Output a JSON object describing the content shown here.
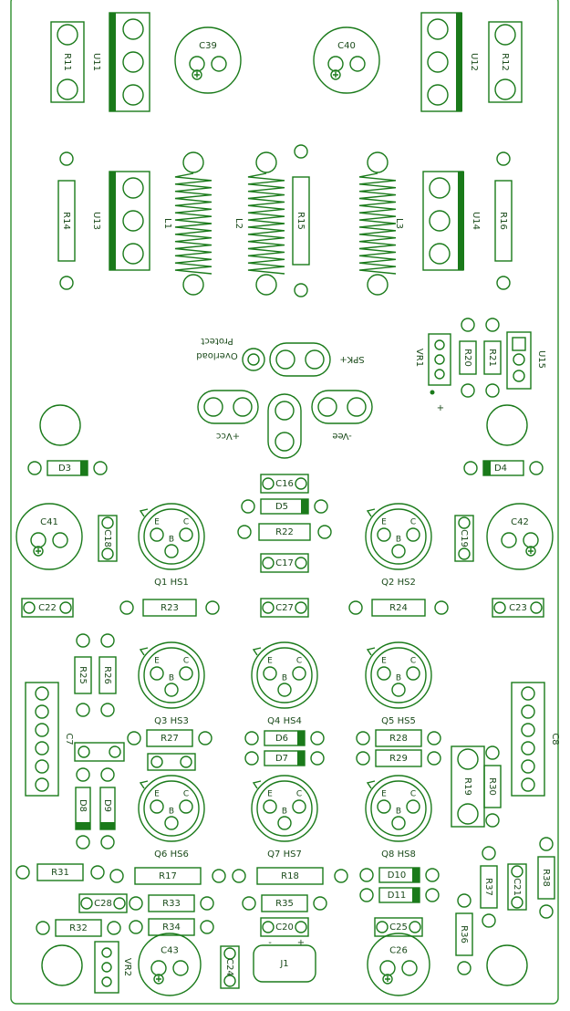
{
  "board": {
    "resistors": [
      {
        "id": "r11",
        "label": "R11"
      },
      {
        "id": "r12",
        "label": "R12"
      },
      {
        "id": "r14",
        "label": "R14"
      },
      {
        "id": "r15",
        "label": "R15"
      },
      {
        "id": "r16",
        "label": "R16"
      },
      {
        "id": "r20",
        "label": "R20"
      },
      {
        "id": "r21",
        "label": "R21"
      },
      {
        "id": "r22",
        "label": "R22"
      },
      {
        "id": "r23",
        "label": "R23"
      },
      {
        "id": "r24",
        "label": "R24"
      },
      {
        "id": "r25",
        "label": "R25"
      },
      {
        "id": "r26",
        "label": "R26"
      },
      {
        "id": "r27",
        "label": "R27"
      },
      {
        "id": "r28",
        "label": "R28"
      },
      {
        "id": "r29",
        "label": "R29"
      },
      {
        "id": "r19",
        "label": "R19"
      },
      {
        "id": "r30",
        "label": "R30"
      },
      {
        "id": "r31",
        "label": "R31"
      },
      {
        "id": "r17",
        "label": "R17"
      },
      {
        "id": "r18",
        "label": "R18"
      },
      {
        "id": "r33",
        "label": "R33"
      },
      {
        "id": "r35",
        "label": "R35"
      },
      {
        "id": "r32",
        "label": "R32"
      },
      {
        "id": "r34",
        "label": "R34"
      },
      {
        "id": "r37",
        "label": "R37"
      },
      {
        "id": "r38",
        "label": "R38"
      },
      {
        "id": "r36",
        "label": "R36"
      }
    ],
    "capacitors": [
      {
        "id": "c39",
        "label": "C39"
      },
      {
        "id": "c40",
        "label": "C40"
      },
      {
        "id": "c41",
        "label": "C41"
      },
      {
        "id": "c42",
        "label": "C42"
      },
      {
        "id": "c43",
        "label": "C43"
      },
      {
        "id": "c26",
        "label": "C26"
      },
      {
        "id": "c16",
        "label": "C16"
      },
      {
        "id": "c17",
        "label": "C17"
      },
      {
        "id": "c18",
        "label": "C18"
      },
      {
        "id": "c19",
        "label": "C19"
      },
      {
        "id": "c22",
        "label": "C22"
      },
      {
        "id": "c23",
        "label": "C23"
      },
      {
        "id": "c27",
        "label": "C27"
      },
      {
        "id": "c28",
        "label": "C28"
      },
      {
        "id": "c20",
        "label": "C20"
      },
      {
        "id": "c25",
        "label": "C25"
      },
      {
        "id": "c24",
        "label": "C24"
      },
      {
        "id": "c21",
        "label": "C21"
      },
      {
        "id": "c7",
        "label": "C7"
      },
      {
        "id": "c8",
        "label": "C8"
      }
    ],
    "regulators": [
      {
        "id": "u11",
        "label": "U11"
      },
      {
        "id": "u12",
        "label": "U12"
      },
      {
        "id": "u13",
        "label": "U13"
      },
      {
        "id": "u14",
        "label": "U14"
      },
      {
        "id": "u15",
        "label": "U15"
      }
    ],
    "inductors": [
      {
        "id": "l1",
        "label": "L1"
      },
      {
        "id": "l2",
        "label": "L2"
      },
      {
        "id": "l3",
        "label": "L3"
      }
    ],
    "diodes": [
      {
        "id": "d3",
        "label": "D3"
      },
      {
        "id": "d4",
        "label": "D4"
      },
      {
        "id": "d5",
        "label": "D5"
      },
      {
        "id": "d6",
        "label": "D6"
      },
      {
        "id": "d7",
        "label": "D7"
      },
      {
        "id": "d8",
        "label": "D8"
      },
      {
        "id": "d9",
        "label": "D9"
      },
      {
        "id": "d10",
        "label": "D10"
      },
      {
        "id": "d11",
        "label": "D11"
      }
    ],
    "transistors": [
      {
        "id": "q1",
        "label": "Q1  HS1"
      },
      {
        "id": "q2",
        "label": "Q2  HS2"
      },
      {
        "id": "q3",
        "label": "Q3  HS3"
      },
      {
        "id": "q4",
        "label": "Q4  HS4"
      },
      {
        "id": "q5",
        "label": "Q5  HS5"
      },
      {
        "id": "q6",
        "label": "Q6  HS6"
      },
      {
        "id": "q7",
        "label": "Q7  HS7"
      },
      {
        "id": "q8",
        "label": "Q8  HS8"
      }
    ],
    "pin_labels": {
      "e": "E",
      "c": "C",
      "b": "B"
    },
    "connectors": {
      "spk": "SPK+",
      "overload": "Overload",
      "protect": "Protect",
      "vcc": "+Vcc",
      "vee": "-Vee",
      "vr1": "VR1",
      "vr2": "VR2",
      "j1": "J1"
    },
    "polarity": {
      "plus": "+",
      "minus": "-"
    }
  }
}
